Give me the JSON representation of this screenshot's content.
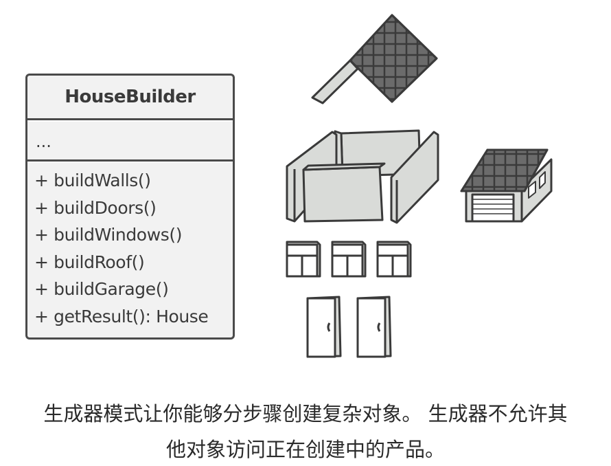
{
  "uml": {
    "class_name": "HouseBuilder",
    "fields": "...",
    "methods": [
      "+ buildWalls()",
      "+ buildDoors()",
      "+ buildWindows()",
      "+ buildRoof()",
      "+ buildGarage()",
      "+ getResult(): House"
    ]
  },
  "illustration": {
    "parts": [
      "roof",
      "walls",
      "garage",
      "windows",
      "doors"
    ],
    "colors": {
      "outline": "#3a3a3a",
      "wall_fill": "#d9dbd8",
      "roof_tile": "#6b6b6b",
      "window_fill": "#ffffff"
    }
  },
  "caption": {
    "line1": "生成器模式让你能够分步骤创建复杂对象。 生成器不允许其",
    "line2": "他对象访问正在创建中的产品。"
  }
}
